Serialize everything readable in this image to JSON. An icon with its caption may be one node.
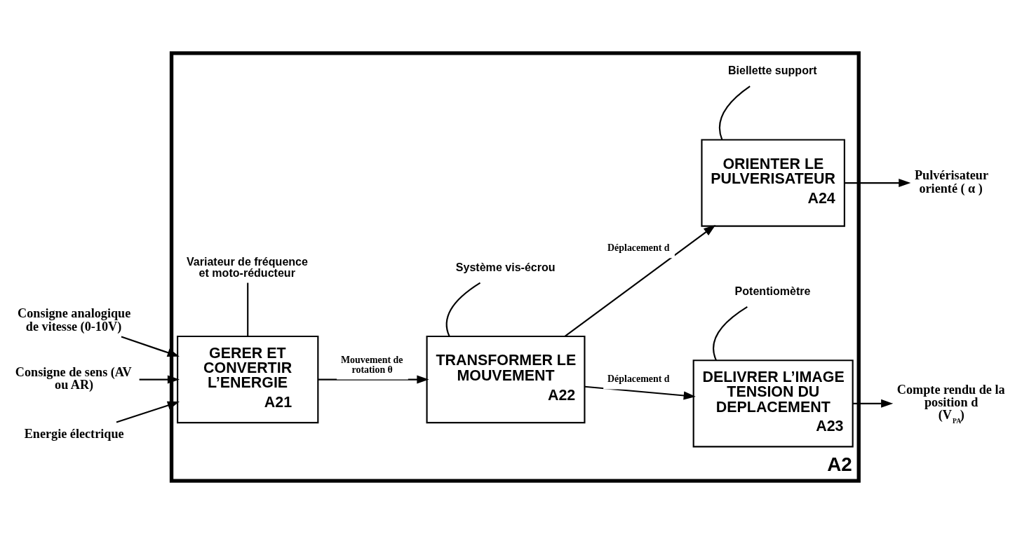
{
  "diagram": {
    "nodes": [
      {
        "text": [
          "A2"
        ]
      },
      {
        "text": [
          "GERER ET CONVERTIR L’ENERGIE",
          "A21"
        ],
        "in": 0
      },
      {
        "text": [
          "TRANSFORMER LE MOUVEMENT",
          "A22"
        ],
        "in": 0
      },
      {
        "text": [
          "DELIVRER L’IMAGE TENSION DU DEPLACEMENT",
          "A23"
        ],
        "in": 0
      },
      {
        "text": [
          "ORIENTER LE PULVERISATEUR",
          "A24"
        ],
        "in": 0
      },
      {
        "text": [
          "Consigne analogique de vitesse (0-10V)"
        ]
      },
      {
        "text": [
          "Consigne de sens (AV ou AR)"
        ]
      },
      {
        "text": [
          "Energie électrique"
        ]
      },
      {
        "text": [
          "Compte rendu de la position d (V$_{PA}$)"
        ]
      },
      {
        "text": [
          "Pulvérisateur orienté ( α )"
        ]
      },
      {
        "text": [
          "Variateur de fréquence et moto-réducteur"
        ],
        "in": 0
      },
      {
        "text": [
          "Système vis-écrou"
        ],
        "in": 0
      },
      {
        "text": [
          "Potentiomètre"
        ],
        "in": 0
      },
      {
        "text": [
          "Biellette support"
        ],
        "in": 0
      }
    ],
    "edges": [
      {
        "from": 5,
        "to": 1,
        "arrow": "to"
      },
      {
        "from": 6,
        "to": 1,
        "arrow": "to"
      },
      {
        "from": 7,
        "to": 1,
        "arrow": "to"
      },
      {
        "from": 1,
        "to": 2,
        "arrow": "to",
        "label": "Mouvement de rotation θ"
      },
      {
        "from": 2,
        "to": 3,
        "arrow": "to",
        "label": "Déplacement d"
      },
      {
        "from": 2,
        "to": 4,
        "arrow": "to",
        "label": "Déplacement d"
      },
      {
        "from": 3,
        "to": 8,
        "arrow": "to"
      },
      {
        "from": 4,
        "to": 9,
        "arrow": "to"
      },
      {
        "from": 10,
        "to": 1,
        "arrow": "none"
      },
      {
        "from": 11,
        "to": 2,
        "arrow": "none"
      },
      {
        "from": 12,
        "to": 3,
        "arrow": "none"
      },
      {
        "from": 13,
        "to": 4,
        "arrow": "none"
      }
    ]
  }
}
